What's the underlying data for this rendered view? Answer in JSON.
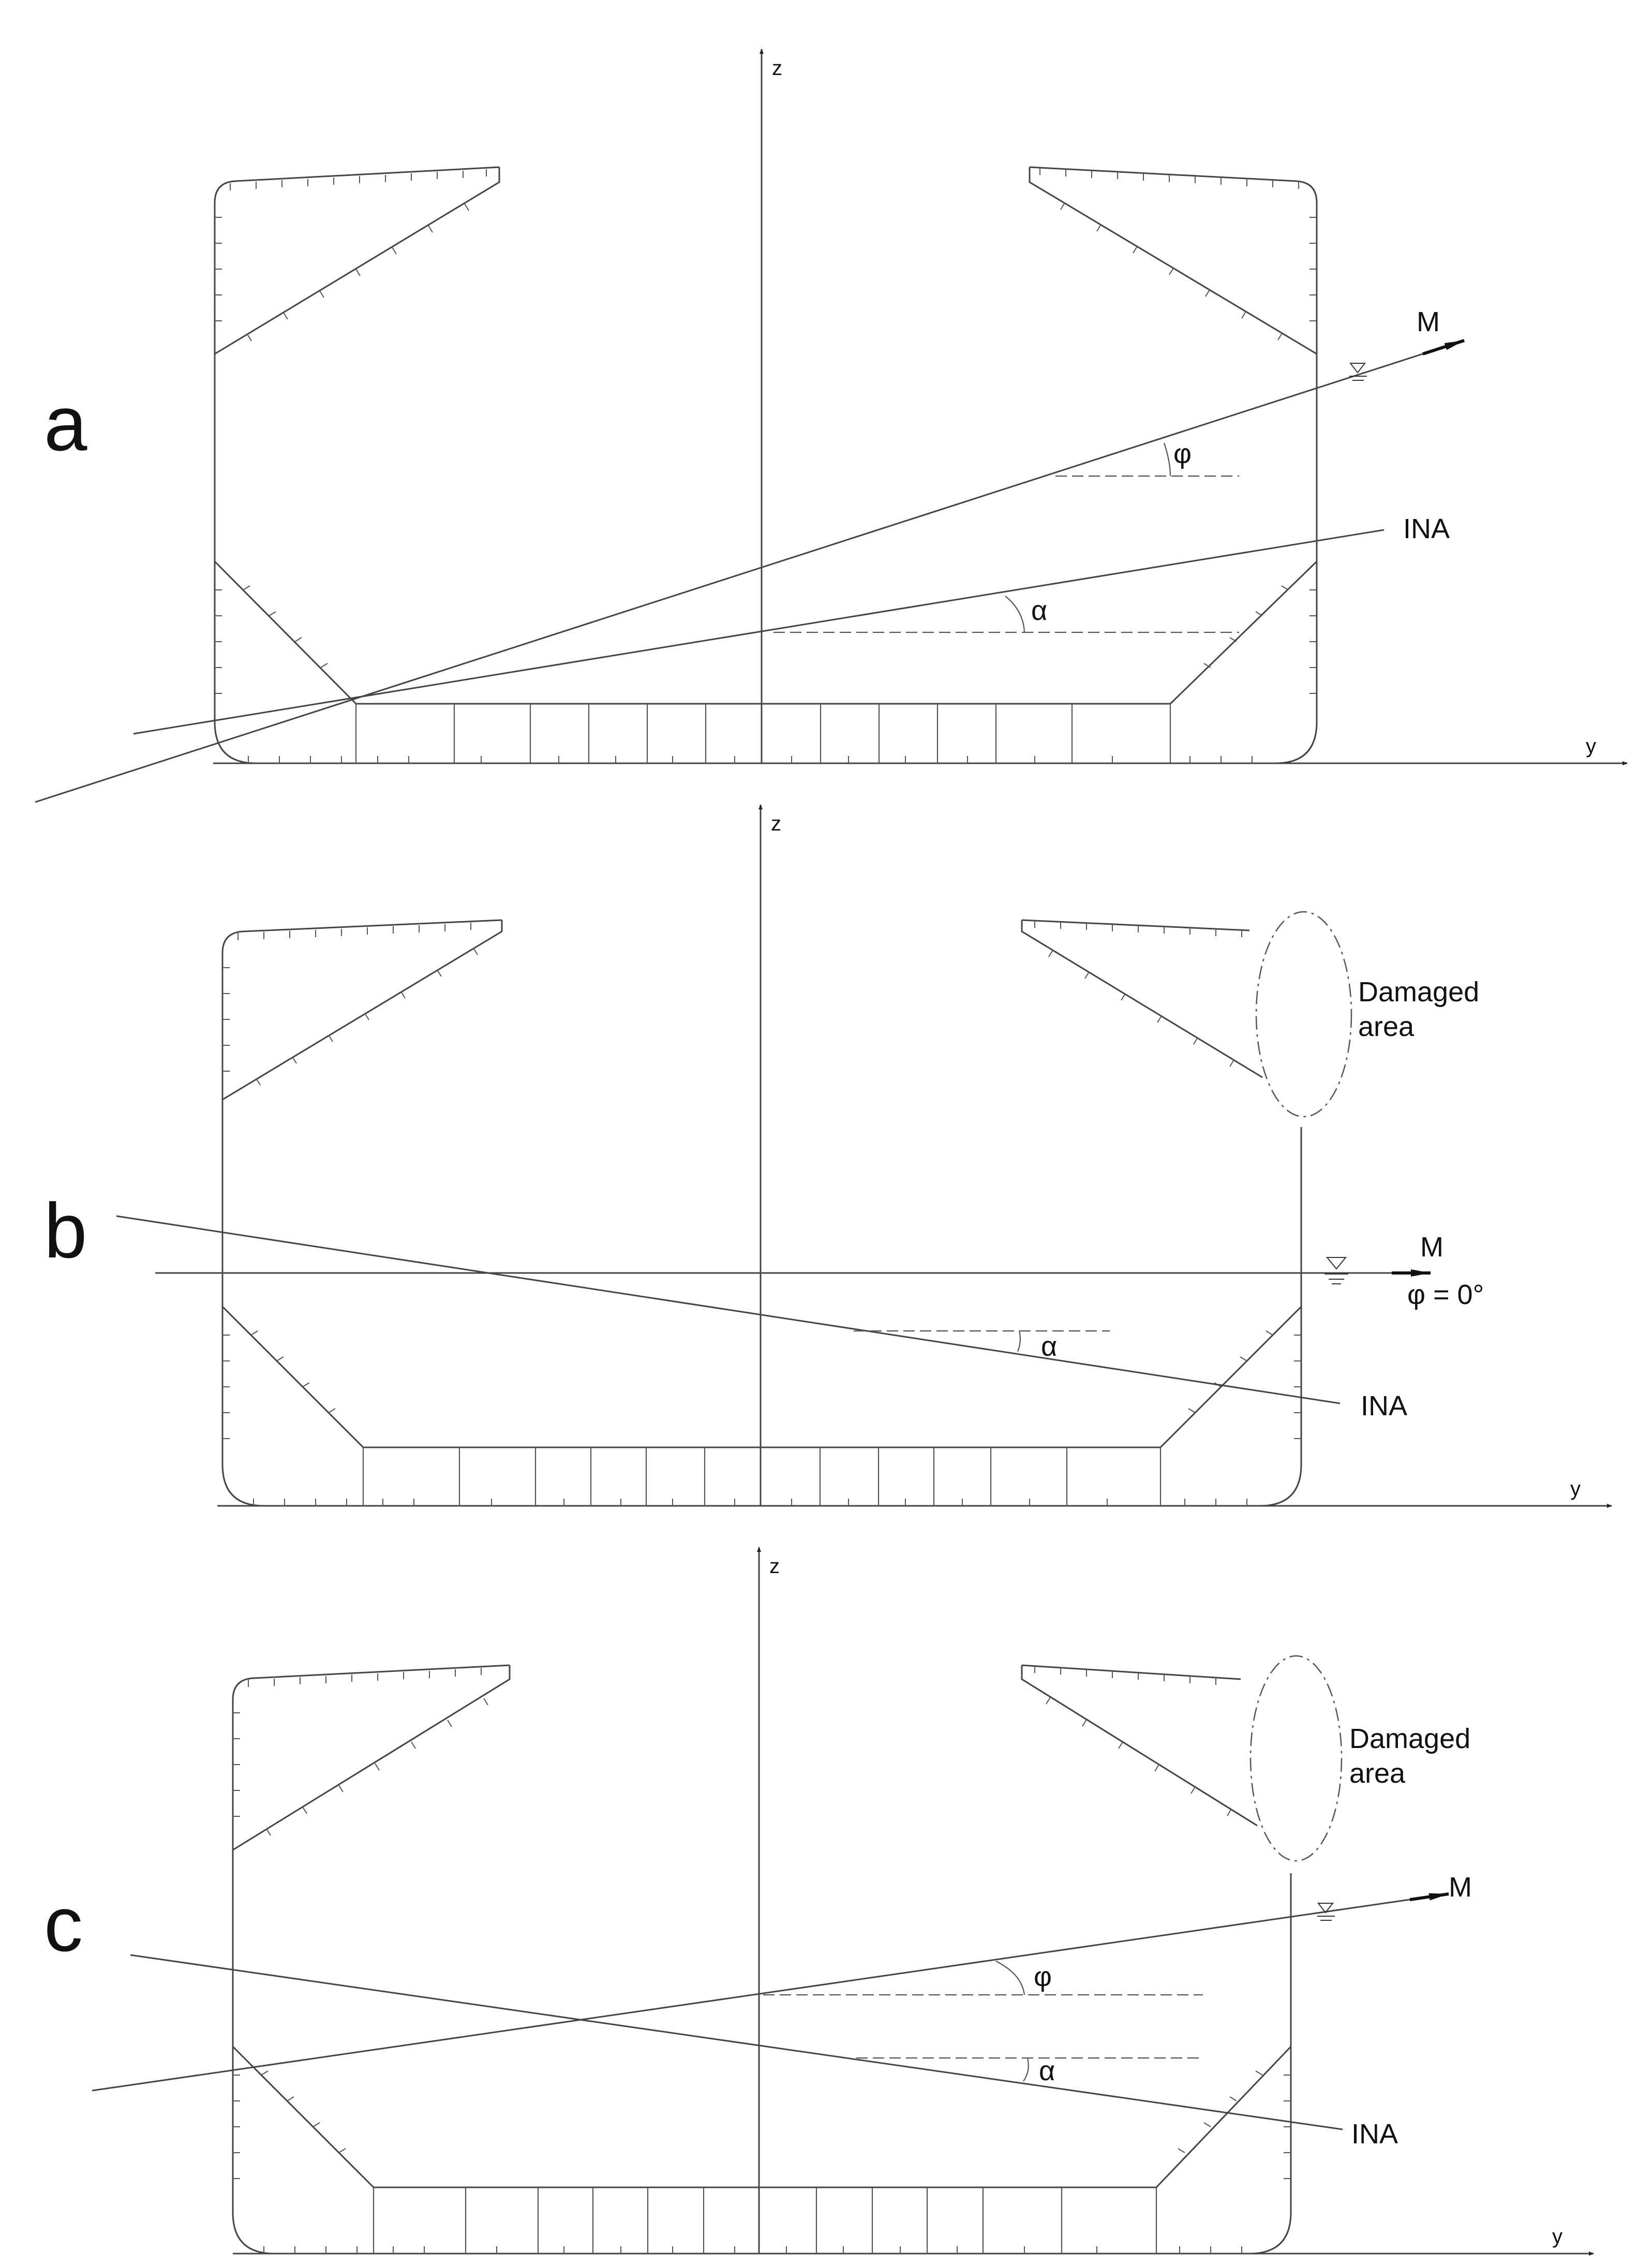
{
  "panels": [
    {
      "id": "a",
      "letter": "a",
      "z_axis": "z",
      "y_axis": "y",
      "moment": "M",
      "na": "INA",
      "angle_phi": "φ",
      "angle_alpha": "α"
    },
    {
      "id": "b",
      "letter": "b",
      "z_axis": "z",
      "y_axis": "y",
      "moment": "M",
      "moment_note": "φ = 0°",
      "na": "INA",
      "angle_alpha": "α",
      "damage_line1": "Damaged",
      "damage_line2": "area"
    },
    {
      "id": "c",
      "letter": "c",
      "z_axis": "z",
      "y_axis": "y",
      "moment": "M",
      "na": "INA",
      "angle_phi": "φ",
      "angle_alpha": "α",
      "damage_line1": "Damaged",
      "damage_line2": "area"
    }
  ],
  "colors": {
    "line": "#444444",
    "text": "#111111",
    "background": "#ffffff"
  }
}
